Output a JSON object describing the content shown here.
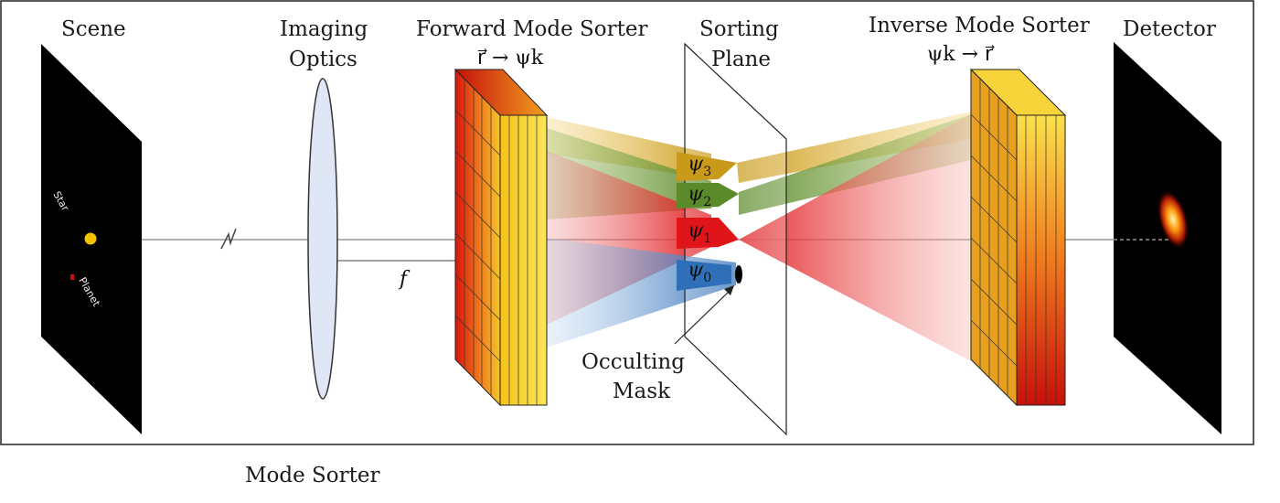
{
  "labels": {
    "scene": "Scene",
    "imaging_optics_1": "Imaging",
    "imaging_optics_2": "Optics",
    "forward_sorter": "Forward Mode Sorter",
    "forward_math": "r⃗ → ψk",
    "sorting_plane_1": "Sorting",
    "sorting_plane_2": "Plane",
    "inverse_sorter": "Inverse Mode Sorter",
    "inverse_math": "ψk → r⃗",
    "detector": "Detector",
    "focal": "f",
    "occulting_1": "Occulting",
    "occulting_2": "Mask",
    "caption": "Mode Sorter",
    "star": "Star",
    "planet": "Planet"
  },
  "modes": [
    {
      "symbol": "ψ",
      "sub": "3",
      "color": "#c9a227"
    },
    {
      "symbol": "ψ",
      "sub": "2",
      "color": "#6f9a3a"
    },
    {
      "symbol": "ψ",
      "sub": "1",
      "color": "#e0211d"
    },
    {
      "symbol": "ψ",
      "sub": "0",
      "color": "#3f7fc4"
    }
  ],
  "colors": {
    "scene_bg": "#000000",
    "star": "#f2c200",
    "planet": "#d01010",
    "lens": "#dfe6f6",
    "lens_edge": "#333333"
  }
}
